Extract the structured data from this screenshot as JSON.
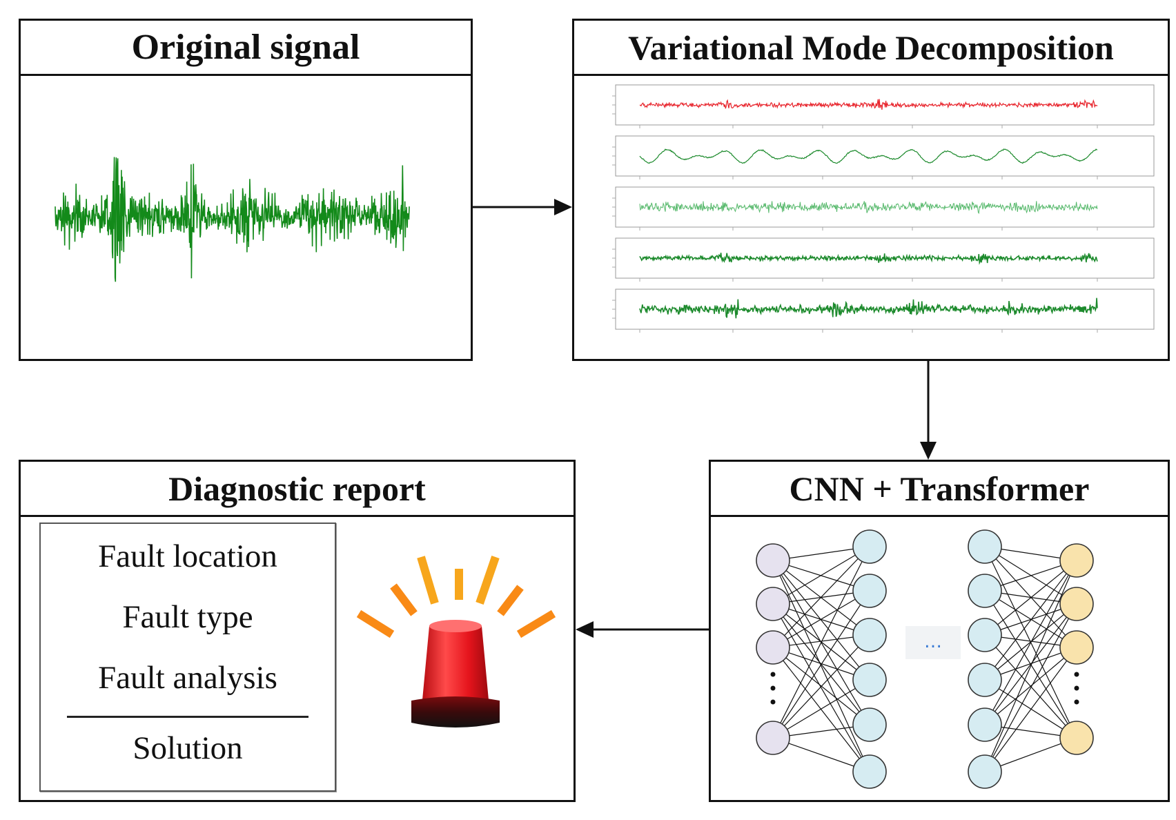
{
  "panels": {
    "original_signal": {
      "title": "Original signal"
    },
    "vmd": {
      "title": "Variational Mode Decomposition"
    },
    "diagnostic_report": {
      "title": "Diagnostic report",
      "items": [
        "Fault location",
        "Fault type",
        "Fault analysis"
      ],
      "solution": "Solution"
    },
    "model": {
      "title": "CNN + Transformer",
      "ellipsis": "…"
    }
  },
  "colors": {
    "signal_green": "#138a1a",
    "imf_red": "#e8232b",
    "imf_green": "#1c8a2c",
    "imf_light_green": "#55b86a",
    "node_input": "#e6e2ef",
    "node_hidden": "#d6ecf2",
    "node_output": "#f9e3ac",
    "siren_red": "#e5141c",
    "ray_orange": "#f6a21a"
  },
  "icons": [
    "alarm-siren-icon",
    "neural-network-icon",
    "waveform-icon"
  ]
}
